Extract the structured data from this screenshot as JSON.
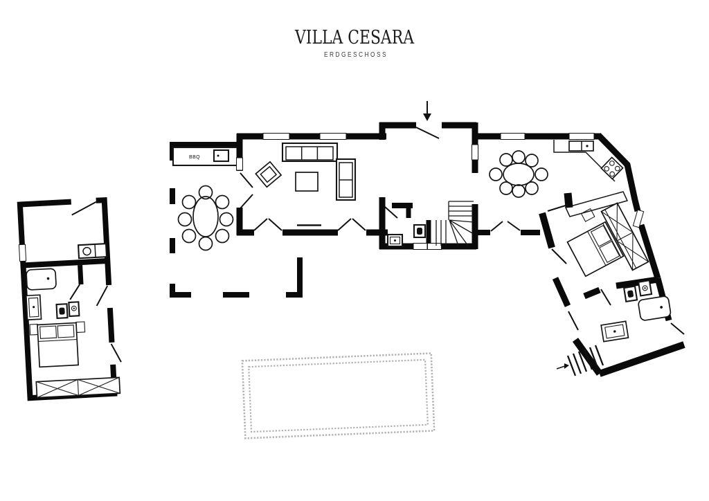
{
  "header": {
    "title": "VILLA CESARA",
    "subtitle": "ERDGESCHOSS"
  },
  "plan": {
    "bbq_label": "BBQ",
    "arrows": {
      "entrance": "down-arrow",
      "exterior_steps": "right-arrow"
    }
  },
  "colors": {
    "background": "#ffffff",
    "walls": "#0a0a0a",
    "furniture_lines": "#151515",
    "pool_outline": "#b0b0b0",
    "title": "#1c1c1c",
    "subtitle": "#3c3c3c"
  }
}
